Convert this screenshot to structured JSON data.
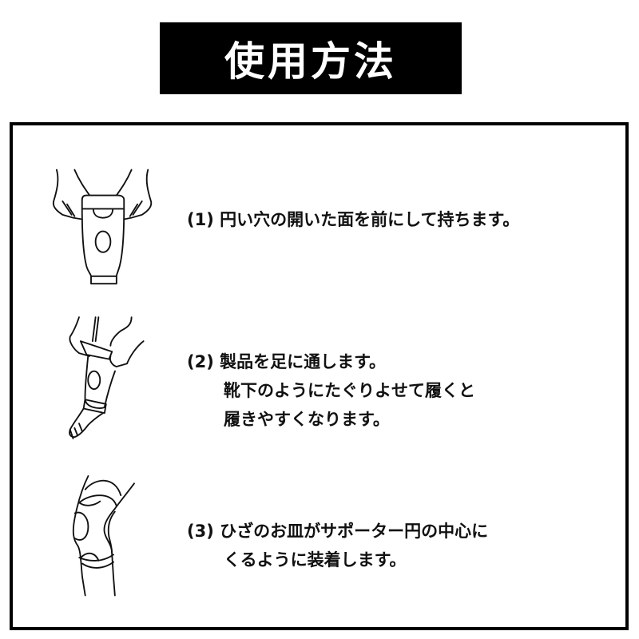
{
  "title": "使用方法",
  "steps": [
    {
      "number": "(1)",
      "lines": [
        "円い穴の開いた面を前にして持ちます。"
      ],
      "illustration": "hands-holding-knee-support-icon"
    },
    {
      "number": "(2)",
      "lines": [
        "製品を足に通します。",
        "靴下のようにたぐりよせて履くと",
        "履きやすくなります。"
      ],
      "illustration": "pulling-support-over-foot-icon"
    },
    {
      "number": "(3)",
      "lines": [
        "ひざのお皿がサポーター円の中心に",
        "くるように装着します。"
      ],
      "illustration": "knee-support-worn-icon"
    }
  ],
  "colors": {
    "background": "#ffffff",
    "title_bg": "#000000",
    "title_fg": "#ffffff",
    "border": "#000000"
  }
}
